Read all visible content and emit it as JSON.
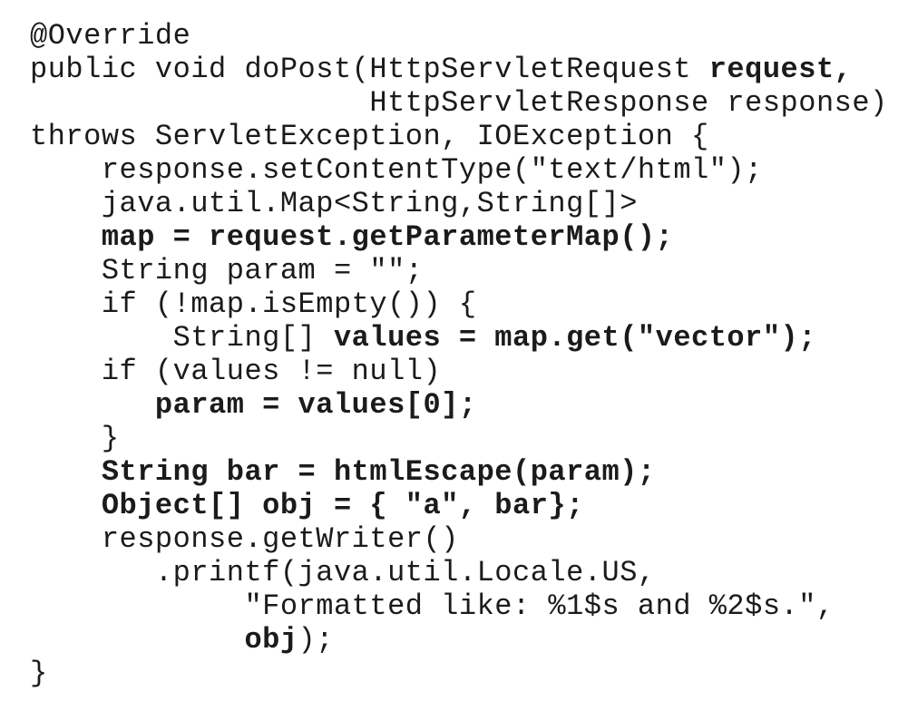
{
  "page": {
    "background_color": "#ffffff",
    "text_color": "#1b1b1b"
  },
  "code": {
    "language": "java",
    "description": "Java servlet doPost method code listing with bold highlighted segments",
    "lines": [
      [
        {
          "t": "@Override",
          "b": false
        }
      ],
      [
        {
          "t": "public void doPost(HttpServletRequest ",
          "b": false
        },
        {
          "t": "request,",
          "b": true
        }
      ],
      [
        {
          "t": "                   HttpServletResponse response)",
          "b": false
        }
      ],
      [
        {
          "t": "throws ServletException, IOException {",
          "b": false
        }
      ],
      [
        {
          "t": "    response.setContentType(\"text/html\");",
          "b": false
        }
      ],
      [
        {
          "t": "    java.util.Map<String,String[]>",
          "b": false
        }
      ],
      [
        {
          "t": "    ",
          "b": false
        },
        {
          "t": "map = request.getParameterMap();",
          "b": true
        }
      ],
      [
        {
          "t": "    String param = \"\";",
          "b": false
        }
      ],
      [
        {
          "t": "    if (!map.isEmpty()) {",
          "b": false
        }
      ],
      [
        {
          "t": "        String[] ",
          "b": false
        },
        {
          "t": "values = map.get(\"vector\");",
          "b": true
        }
      ],
      [
        {
          "t": "    if (values != null)",
          "b": false
        }
      ],
      [
        {
          "t": "       ",
          "b": false
        },
        {
          "t": "param = values[0];",
          "b": true
        }
      ],
      [
        {
          "t": "    }",
          "b": false
        }
      ],
      [
        {
          "t": "    ",
          "b": false
        },
        {
          "t": "String bar = htmlEscape(param);",
          "b": true
        }
      ],
      [
        {
          "t": "    ",
          "b": false
        },
        {
          "t": "Object[] obj = { \"a\", bar};",
          "b": true
        }
      ],
      [
        {
          "t": "    response.getWriter()",
          "b": false
        }
      ],
      [
        {
          "t": "       .printf(java.util.Locale.US,",
          "b": false
        }
      ],
      [
        {
          "t": "            \"Formatted like: %1$s and %2$s.\",",
          "b": false
        }
      ],
      [
        {
          "t": "            ",
          "b": false
        },
        {
          "t": "obj",
          "b": true
        },
        {
          "t": ");",
          "b": false
        }
      ]
    ],
    "closing_line": [
      {
        "t": "}",
        "b": false
      }
    ]
  }
}
